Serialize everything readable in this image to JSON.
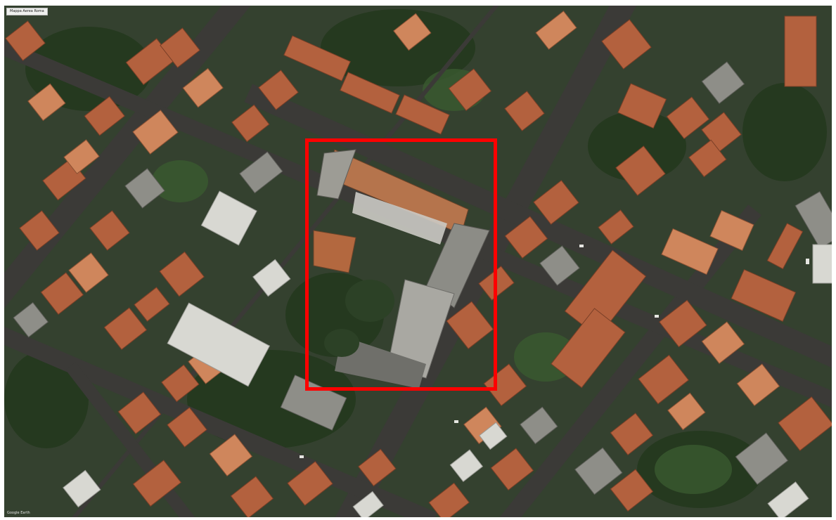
{
  "map": {
    "type": "satellite",
    "source_label": "Mappa Aerea Roma",
    "attribution": "Google Earth"
  },
  "highlight": {
    "color": "#ff0000",
    "shape": "rectangle"
  },
  "colors": {
    "roof_terracotta": "#b8643f",
    "roof_light": "#d2885e",
    "roof_grey": "#9a9a94",
    "roof_white": "#d9d9d4",
    "vegetation": "#2f4a2a",
    "street": "#3e3d3a"
  }
}
